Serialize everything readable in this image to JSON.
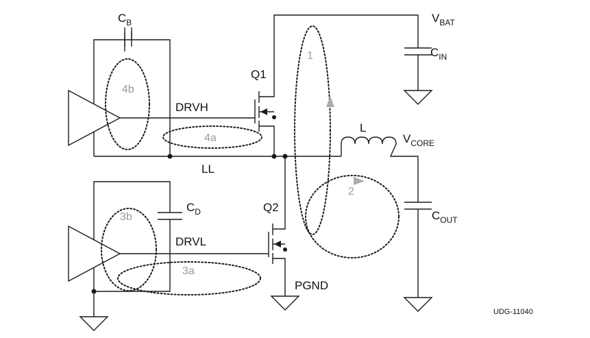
{
  "components": {
    "cb": {
      "main": "C",
      "sub": "B"
    },
    "cd": {
      "main": "C",
      "sub": "D"
    },
    "cin": {
      "main": "C",
      "sub": "IN"
    },
    "cout": {
      "main": "C",
      "sub": "OUT"
    },
    "inductor": {
      "main": "L"
    },
    "q1": {
      "main": "Q1"
    },
    "q2": {
      "main": "Q2"
    }
  },
  "nets": {
    "vbat": {
      "main": "V",
      "sub": "BAT"
    },
    "vcore": {
      "main": "V",
      "sub": "CORE"
    },
    "drvh": "DRVH",
    "drvl": "DRVL",
    "ll": "LL",
    "pgnd": "PGND"
  },
  "loops": {
    "loop1": "1",
    "loop2": "2",
    "loop3a": "3a",
    "loop3b": "3b",
    "loop4a": "4a",
    "loop4b": "4b"
  },
  "figure_id": "UDG-11040",
  "colors": {
    "wire": "#1a1a1a",
    "loop_label": "#9a9a9a",
    "arrow": "#aaaaaa"
  }
}
